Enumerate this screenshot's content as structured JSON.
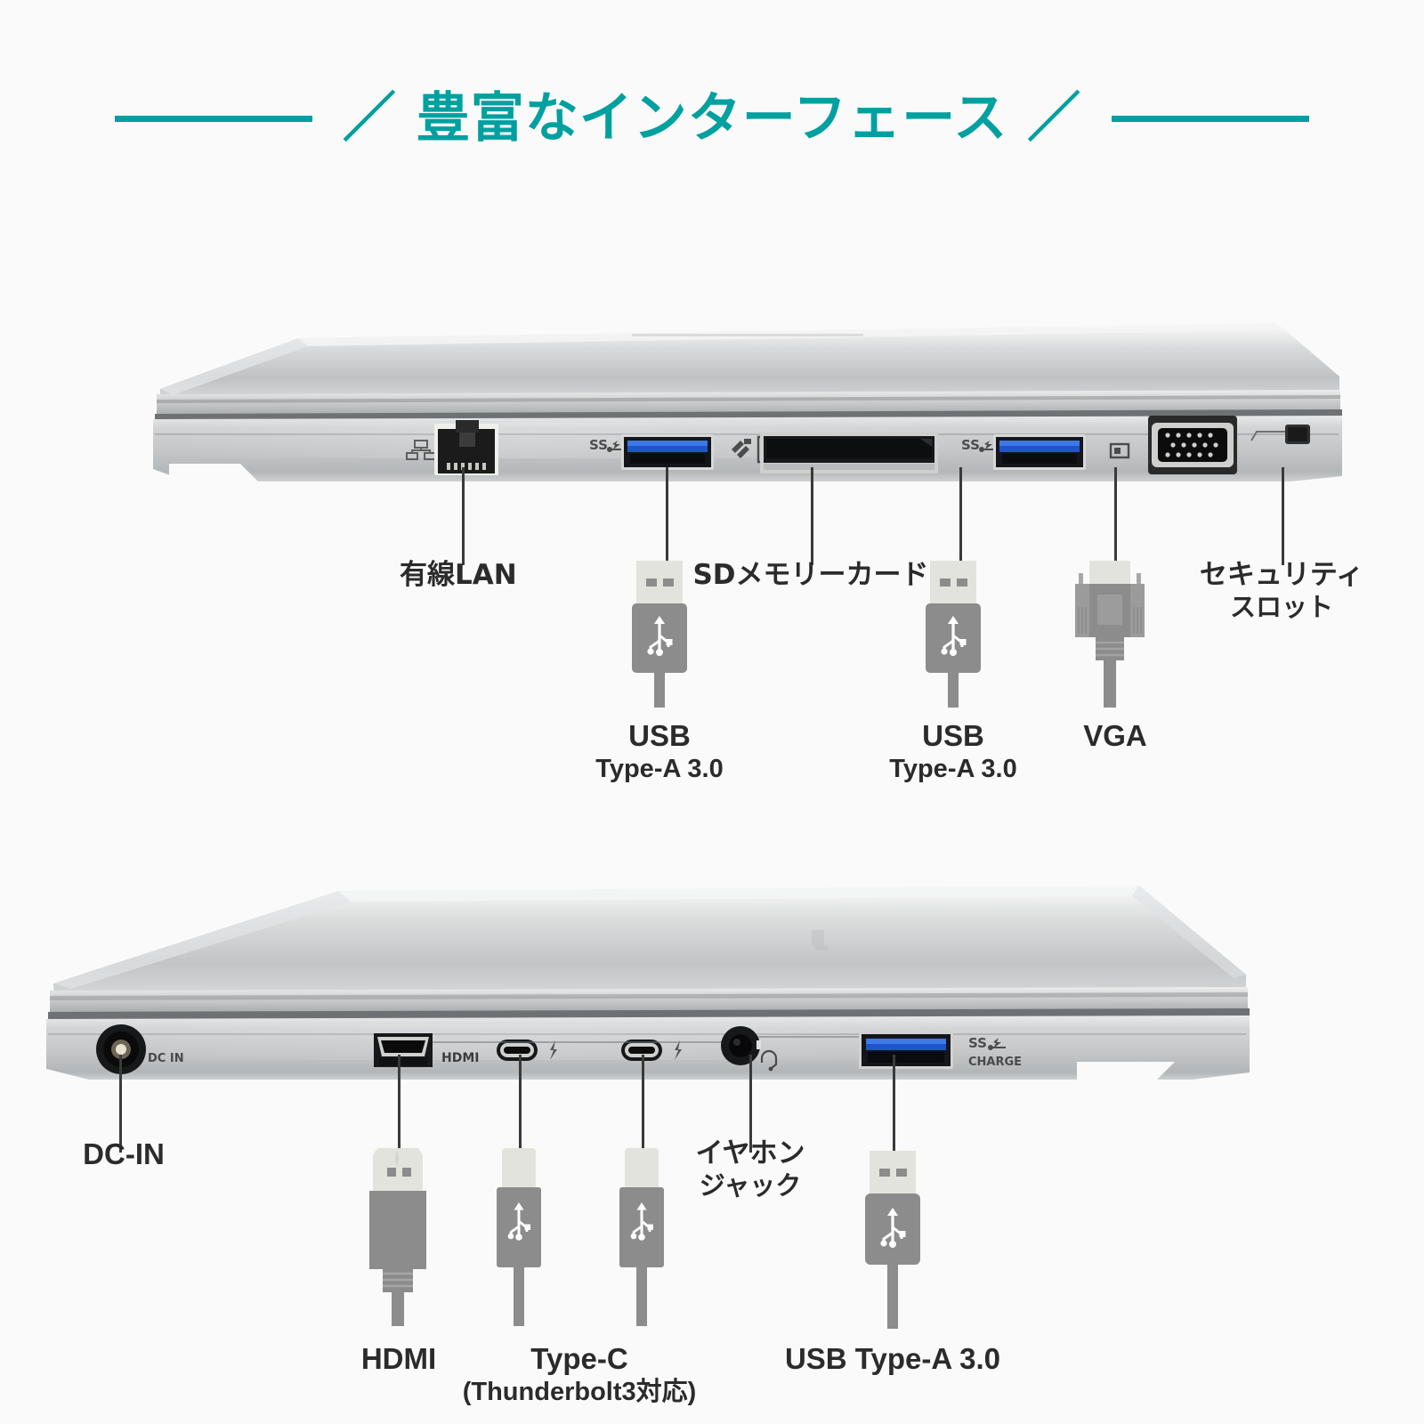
{
  "page": {
    "title": "／ 豊富なインターフェース ／",
    "accent_color": "#00a0a0",
    "background_color": "#fafafa",
    "label_color": "#2b2b2b",
    "connector_body_color": "#8c8c8c",
    "connector_tip_color": "#e3e3de",
    "leader_line_color": "#3a3a38"
  },
  "header": {
    "text": "／ 豊富なインターフェース ／",
    "rule_left": "",
    "rule_right": ""
  },
  "sections": [
    {
      "id": "right-side",
      "device_caption": "",
      "port_markings": [
        {
          "name": "lan-marking",
          "text": ""
        },
        {
          "name": "usb-ss-marking",
          "text": "SS"
        },
        {
          "name": "sd-marking",
          "text": ""
        },
        {
          "name": "usb-ss-marking-2",
          "text": "SS"
        },
        {
          "name": "vga-marking",
          "text": ""
        }
      ],
      "labels": [
        {
          "id": "wired-lan",
          "text": "有線LAN",
          "sub": "",
          "icon": "none"
        },
        {
          "id": "usb-a-1",
          "text": "USB",
          "sub": "Type-A 3.0",
          "icon": "usb-a"
        },
        {
          "id": "sd-card",
          "text": "SDメモリーカード",
          "sub": "",
          "icon": "none"
        },
        {
          "id": "usb-a-2",
          "text": "USB",
          "sub": "Type-A 3.0",
          "icon": "usb-a"
        },
        {
          "id": "vga",
          "text": "VGA",
          "sub": "",
          "icon": "vga"
        },
        {
          "id": "security-slot",
          "text": "セキュリティ",
          "sub": "スロット",
          "icon": "none"
        }
      ]
    },
    {
      "id": "left-side",
      "device_caption": "",
      "port_markings": [
        {
          "name": "dc-in-marking",
          "text": "DC IN"
        },
        {
          "name": "hdmi-marking",
          "text": "HDMI"
        },
        {
          "name": "thunderbolt-marking",
          "text": ""
        },
        {
          "name": "thunderbolt-marking-2",
          "text": ""
        },
        {
          "name": "headphone-marking",
          "text": ""
        },
        {
          "name": "usb-charge-marking",
          "text": "CHARGE"
        }
      ],
      "labels": [
        {
          "id": "dc-in",
          "text": "DC-IN",
          "sub": "",
          "icon": "none"
        },
        {
          "id": "hdmi",
          "text": "HDMI",
          "sub": "",
          "icon": "hdmi"
        },
        {
          "id": "type-c",
          "text": "Type-C",
          "sub": "(Thunderbolt3対応)",
          "icon": "type-c"
        },
        {
          "id": "type-c-2",
          "text": "",
          "sub": "",
          "icon": "type-c"
        },
        {
          "id": "earphone",
          "text": "イヤホン",
          "sub": "ジャック",
          "icon": "none"
        },
        {
          "id": "usb-a-3",
          "text": "USB Type-A 3.0",
          "sub": "",
          "icon": "usb-a"
        }
      ]
    }
  ]
}
